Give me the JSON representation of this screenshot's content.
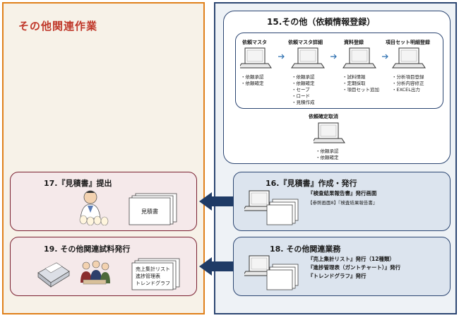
{
  "left_panel": {
    "title": "その他関連作業"
  },
  "top_card": {
    "title": "15.その他（依頼情報登録）",
    "steps": [
      {
        "label": "依頼マスタ",
        "bullets": [
          "依頼承認",
          "依頼確定"
        ]
      },
      {
        "label": "依頼マスタ詳細",
        "bullets": [
          "依頼承認",
          "依頼確定",
          "セーブ",
          "ロード",
          "見積作成"
        ]
      },
      {
        "label": "資料登録",
        "bullets": [
          "試料情報",
          "定期採取",
          "項目セット追加"
        ]
      },
      {
        "label": "項目セット明細登録",
        "bullets": [
          "分析項目登録",
          "分析内容修正",
          "EXCEL出力"
        ]
      }
    ],
    "cancel": {
      "label": "依頼確定取消",
      "bullets": [
        "依頼承認",
        "依頼確定"
      ]
    }
  },
  "card16": {
    "title": "16.『見積書』作成・発行",
    "line1": "『検査結果報告書』発行画面",
    "line2": "【参照画面8】『検査結果報告書』"
  },
  "card17": {
    "title": "17.『見積書』提出",
    "doc_label": "見積書"
  },
  "card18": {
    "title": "18. その他関連業務",
    "lines": [
      "『売上集計リスト』発行（12種類）",
      "『進捗管理表（ガントチャート）』発行",
      "『トレンドグラフ』発行"
    ]
  },
  "card19": {
    "title": "19. その他関連試料発行",
    "doc_lines": [
      "売上集計リスト",
      "進捗管理表",
      "トレンドグラフ"
    ]
  },
  "colors": {
    "orange": "#e0801a",
    "navy": "#2c4672",
    "maroon": "#7a2030",
    "arrow": "#1f3b66"
  }
}
